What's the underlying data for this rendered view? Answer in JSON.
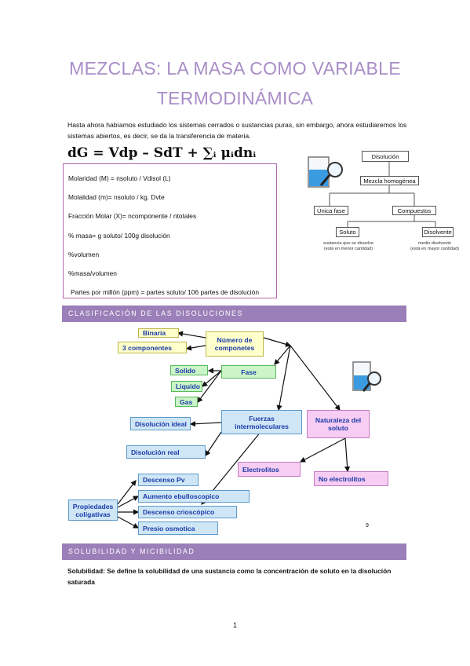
{
  "title_line1": "MEZCLAS: LA MASA COMO VARIABLE",
  "title_line2": "TERMODINÁMICA",
  "intro": "Hasta ahora habíamos estudiado los sistemas cerrados o sustancias puras, sin embargo, ahora estudiaremos los sistemas abiertos, es decir, se da la transferencia de materia.",
  "equation": "dG = Vdp – SdT + ∑ᵢ μᵢdnᵢ",
  "formulas": [
    "Molaridad (M) = nsoluto / Vdisol (L)",
    "Molalidad (m)= nsoluto / kg. Dvte",
    "Fracción Molar (X)= ncomponente / ntotales",
    "% masa= g soluto/ 100g disolución",
    "%volumen",
    "%masa/volumen",
    "Partes por millón (ppm) = partes soluto/ 106 partes de disolución"
  ],
  "right_diagram": {
    "disolucion": "Disolución",
    "mezcla": "Mezcla homogénea",
    "unica": "Única fase",
    "compuestos": "Compuestos",
    "soluto": "Soluto",
    "disolvente": "Disolvente",
    "soluto_note1": "sustancia que se disuelve",
    "soluto_note2": "(está en menor cantidad)",
    "disolvente_note1": "medio disolvente",
    "disolvente_note2": "(está en mayor cantidad)"
  },
  "section1": "CLASIFICACIÓN DE LAS DISOLUCIONES",
  "class_diagram": {
    "binaria": "Binaria",
    "tres_comp": "3 componentes",
    "num_comp_1": "Número de",
    "num_comp_2": "componetes",
    "solido": "Solido",
    "liquido": "Liquido",
    "gas": "Gas",
    "fase": "Fase",
    "dis_ideal": "Disolución ideal",
    "fuerzas_1": "Fuerzas",
    "fuerzas_2": "intermoleculares",
    "naturaleza_1": "Naturaleza del",
    "naturaleza_2": "soluto",
    "dis_real": "Disolución real",
    "electrolitos": "Electrolitos",
    "no_electrolitos": "No electrolitos",
    "descenso_pv": "Descenso Pv",
    "propiedades_1": "Propiedades",
    "propiedades_2": "coligativas",
    "aumento": "Aumento ebulloscopico",
    "descenso_c": "Descenso crioscópico",
    "presio": "Presio osmotica",
    "small_num": "9"
  },
  "section2": "SOLUBILIDAD Y MICIBILIDAD",
  "solubility_label": "Solubilidad:",
  "solubility_text": " Se define la solubilidad de una sustancia como la concentración de soluto en la disolución saturada",
  "page_number": "1"
}
